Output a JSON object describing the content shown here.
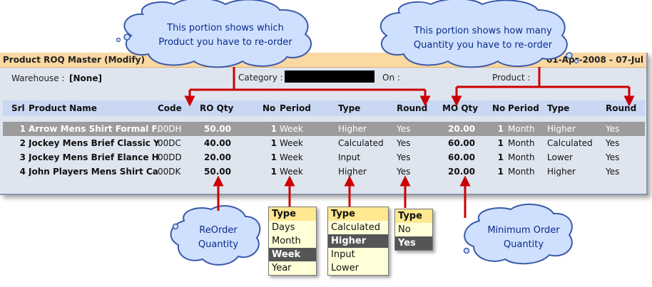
{
  "window": {
    "title": "Product ROQ Master (Modify)",
    "date_range": "01-Apr-2008 - 07-Jul"
  },
  "filters": {
    "warehouse_label": "Warehouse :",
    "warehouse_value": "[None]",
    "category_label": "Category :",
    "on_label": "On :",
    "product_label": "Product :"
  },
  "table": {
    "headers": [
      "Srl",
      "Product Name",
      "Code",
      "RO Qty",
      "No",
      "Period",
      "Type",
      "Round",
      "MO Qty",
      "No",
      "Period",
      "Type",
      "Round"
    ],
    "rows": [
      [
        "1",
        "Arrow Mens Shirt Formal F/S",
        "00DH",
        "50.00",
        "1",
        "Week",
        "Higher",
        "Yes",
        "20.00",
        "1",
        "Month",
        "Higher",
        "Yes"
      ],
      [
        "2",
        "Jockey Mens Brief Classic Y",
        "00DC",
        "40.00",
        "1",
        "Week",
        "Calculated",
        "Yes",
        "60.00",
        "1",
        "Month",
        "Calculated",
        "Yes"
      ],
      [
        "3",
        "Jockey Mens Brief Elance Hip",
        "00DD",
        "20.00",
        "1",
        "Week",
        "Input",
        "Yes",
        "60.00",
        "1",
        "Month",
        "Lower",
        "Yes"
      ],
      [
        "4",
        "John Players Mens Shirt Cas",
        "00DK",
        "50.00",
        "1",
        "Week",
        "Higher",
        "Yes",
        "20.00",
        "1",
        "Month",
        "Higher",
        "Yes"
      ]
    ]
  },
  "callouts": {
    "product": [
      "This portion shows which",
      "Product you have to re-order"
    ],
    "quantity": [
      "This portion shows how many",
      "Quantity you have to re-order"
    ],
    "reorder": [
      "ReOrder",
      "Quantity"
    ],
    "minimum": [
      "Minimum Order",
      "Quantity"
    ]
  },
  "dropdowns": {
    "period": {
      "header": "Type",
      "options": [
        "Days",
        "Month",
        "Week",
        "Year"
      ],
      "selected": "Week"
    },
    "type": {
      "header": "Type",
      "options": [
        "Calculated",
        "Higher",
        "Input",
        "Lower"
      ],
      "selected": "Higher"
    },
    "round": {
      "header": "Type",
      "options": [
        "No",
        "Yes"
      ],
      "selected": "Yes"
    }
  },
  "colors": {
    "title_bar": "#fcd8a2",
    "panel": "#dfe5ef",
    "header": "#c9d7f2",
    "selected_row": "#9c9c9c",
    "arrow": "#cc0000",
    "cloud_fill": "#cfe0ff",
    "cloud_text": "#0a2a8a"
  }
}
